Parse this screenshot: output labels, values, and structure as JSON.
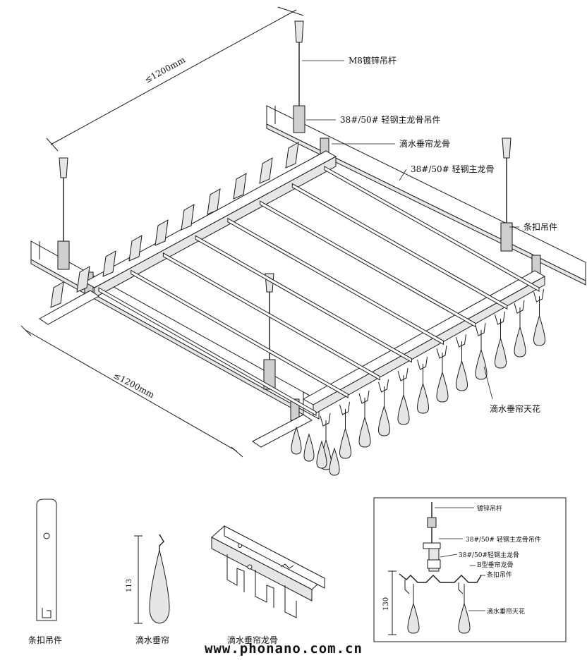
{
  "main_labels": {
    "rod": "M8镀锌吊杆",
    "main_hanger": "38#/50# 轻钢主龙骨吊件",
    "curtain_keel": "滴水垂帘龙骨",
    "main_keel": "38#/50# 轻钢主龙骨",
    "clip_hanger": "条扣吊件",
    "curtain_ceiling": "滴水垂帘天花"
  },
  "dimensions": {
    "top_span": "≤1200mm",
    "left_span": "≤1200mm",
    "height_113": "113",
    "height_130": "130"
  },
  "detail_captions": {
    "clip_hanger": "条扣吊件",
    "drip_curtain": "滴水垂帘",
    "curtain_keel": "滴水垂帘龙骨"
  },
  "section_labels": {
    "rod": "镀锌吊杆",
    "main_hanger": "38#/50# 轻钢主龙骨吊件",
    "main_keel": "38#/50#轻钢主龙骨",
    "b_keel": "B型垂帘龙骨",
    "clip_hanger": "条扣吊件",
    "curtain_ceiling": "滴水垂帘天花"
  },
  "website": "www.phonano.com.cn",
  "colors": {
    "line": "#1a1a1a",
    "panel": "#e6e6e6",
    "background": "#ffffff"
  }
}
